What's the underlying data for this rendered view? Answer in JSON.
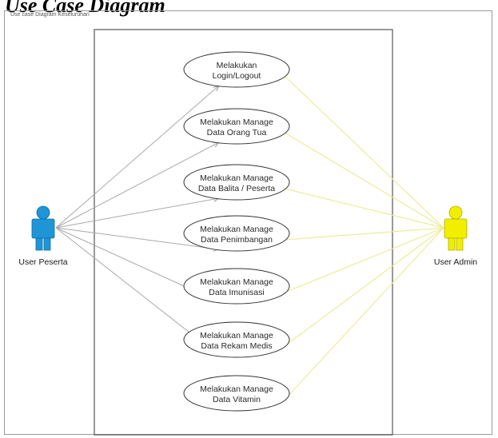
{
  "heading": "Use Case Diagram",
  "frame_title": "Use case Diagram Keseluruhan",
  "actors": {
    "left": {
      "name": "User Peserta",
      "color": "#1f95d6"
    },
    "right": {
      "name": "User Admin",
      "color": "#f2ee00"
    }
  },
  "use_cases": [
    {
      "line1": "Melakukan",
      "line2": "Login/Logout"
    },
    {
      "line1": "Melakukan Manage",
      "line2": "Data Orang Tua"
    },
    {
      "line1": "Melakukan Manage",
      "line2": "Data Balita / Peserta"
    },
    {
      "line1": "Melakukan Manage",
      "line2": "Data Penimbangan"
    },
    {
      "line1": "Melakukan Manage",
      "line2": "Data Imunisasi"
    },
    {
      "line1": "Melakukan Manage",
      "line2": "Data Rekam Medis"
    },
    {
      "line1": "Melakukan Manage",
      "line2": "Data Vitamin"
    }
  ],
  "colors": {
    "left_assoc": "#a9a9a9",
    "right_assoc": "#ecec9a",
    "boundary": "#555555"
  }
}
